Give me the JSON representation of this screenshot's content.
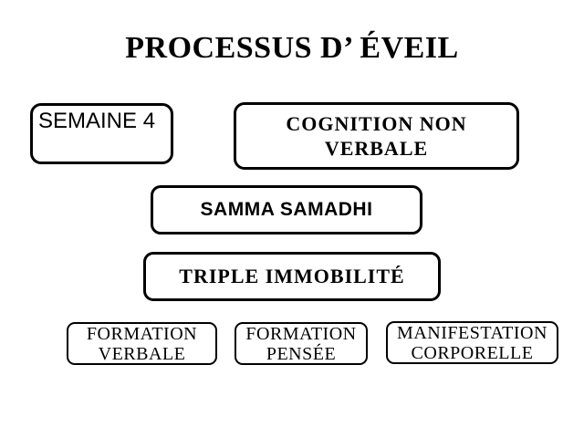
{
  "slide": {
    "title": "PROCESSUS D’ ÉVEIL",
    "background_color": "#ffffff",
    "border_color": "#000000",
    "text_color": "#000000"
  },
  "boxes": [
    {
      "id": "semaine-4",
      "label": "SEMAINE 4"
    },
    {
      "id": "cognition-non-verbale",
      "label": "COGNITION NON VERBALE"
    },
    {
      "id": "samma-samadhi",
      "label": "SAMMA SAMADHI"
    },
    {
      "id": "triple-immobilite",
      "label": "TRIPLE IMMOBILITÉ"
    },
    {
      "id": "formation-verbale",
      "label": "FORMATION VERBALE"
    },
    {
      "id": "formation-pensee",
      "label": "FORMATION PENSÉE"
    },
    {
      "id": "manifestation-corporelle",
      "label": "MANIFESTATION CORPORELLE"
    }
  ]
}
